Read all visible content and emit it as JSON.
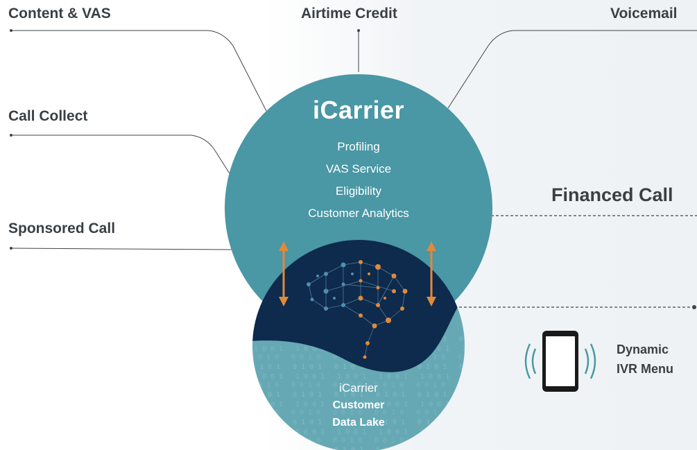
{
  "diagram": {
    "center": {
      "title": "iCarrier",
      "features": [
        "Profiling",
        "VAS Service",
        "Eligibility",
        "Customer Analytics"
      ]
    },
    "data_lake": {
      "line1": "iCarrier",
      "line2": "Customer",
      "line3": "Data Lake"
    },
    "left_labels": [
      "Content & VAS",
      "Call Collect",
      "Sponsored Call"
    ],
    "top_labels": [
      "Airtime Credit",
      "Voicemail"
    ],
    "right": {
      "financed_call": "Financed Call",
      "dynamic_line1": "Dynamic",
      "dynamic_line2": "IVR Menu"
    },
    "colors": {
      "teal": "#4a97a5",
      "navy": "#0e2a4d",
      "lake_teal": "#66a9b5",
      "orange": "#e08a3c",
      "text_dark": "#3a3f44"
    }
  }
}
